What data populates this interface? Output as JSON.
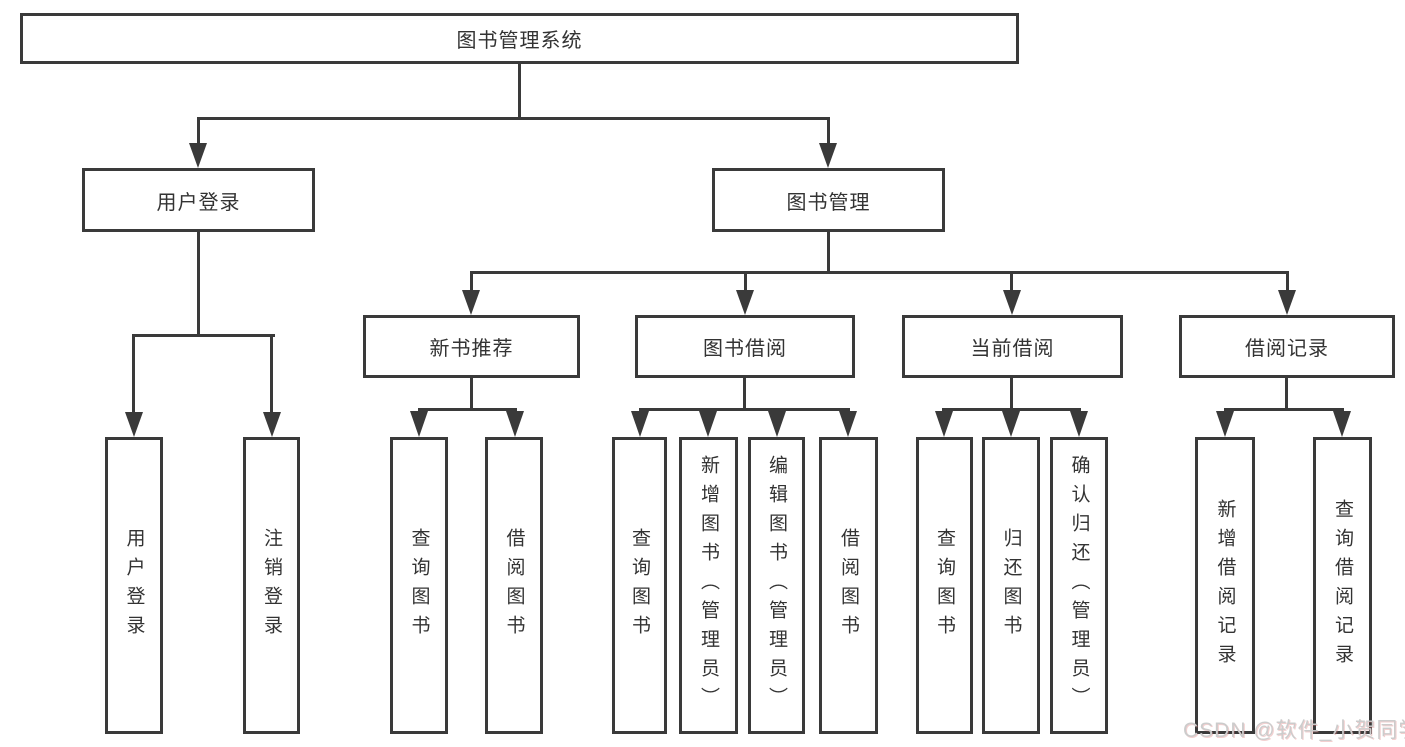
{
  "diagram": {
    "root": {
      "label": "图书管理系统"
    },
    "level2": {
      "user_login": {
        "label": "用户登录"
      },
      "book_mgmt": {
        "label": "图书管理"
      }
    },
    "level3": {
      "new_books": {
        "label": "新书推荐"
      },
      "book_borrow": {
        "label": "图书借阅"
      },
      "current_borrow": {
        "label": "当前借阅"
      },
      "borrow_records": {
        "label": "借阅记录"
      }
    },
    "leaves": {
      "user_login": {
        "label": "用户登录"
      },
      "user_logout": {
        "label": "注销登录"
      },
      "nb_query_books": {
        "label": "查询图书"
      },
      "nb_borrow_books": {
        "label": "借阅图书"
      },
      "bb_query_books": {
        "label": "查询图书"
      },
      "bb_add_books": {
        "label": "新增图书（管理员）"
      },
      "bb_edit_books": {
        "label": "编辑图书（管理员）"
      },
      "bb_borrow_books": {
        "label": "借阅图书"
      },
      "cb_query_books": {
        "label": "查询图书"
      },
      "cb_return_books": {
        "label": "归还图书"
      },
      "cb_confirm_return": {
        "label": "确认归还（管理员）"
      },
      "br_add_record": {
        "label": "新增借阅记录"
      },
      "br_query_record": {
        "label": "查询借阅记录"
      }
    }
  },
  "watermark": {
    "text": "CSDN @软件_小贺同学"
  },
  "colors": {
    "line": "#3a3a3a",
    "text": "#333333",
    "background": "#ffffff",
    "watermark_gray": "#cccccc"
  }
}
